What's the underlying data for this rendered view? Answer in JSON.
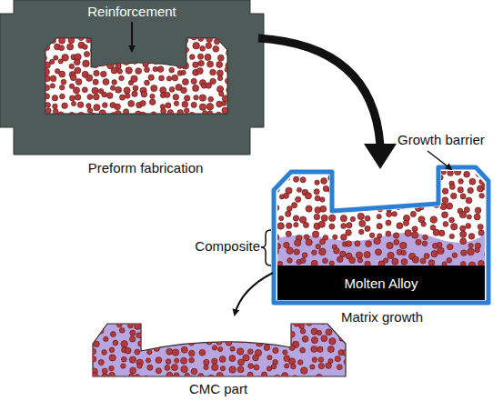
{
  "diagram": {
    "nodes": [
      {
        "text": [
          "Molten Alloy"
        ]
      }
    ],
    "labels": [
      "Reinforcement",
      "Preform fabrication",
      "Growth barrier",
      "Composite",
      "Matrix growth",
      "CMC part"
    ]
  }
}
